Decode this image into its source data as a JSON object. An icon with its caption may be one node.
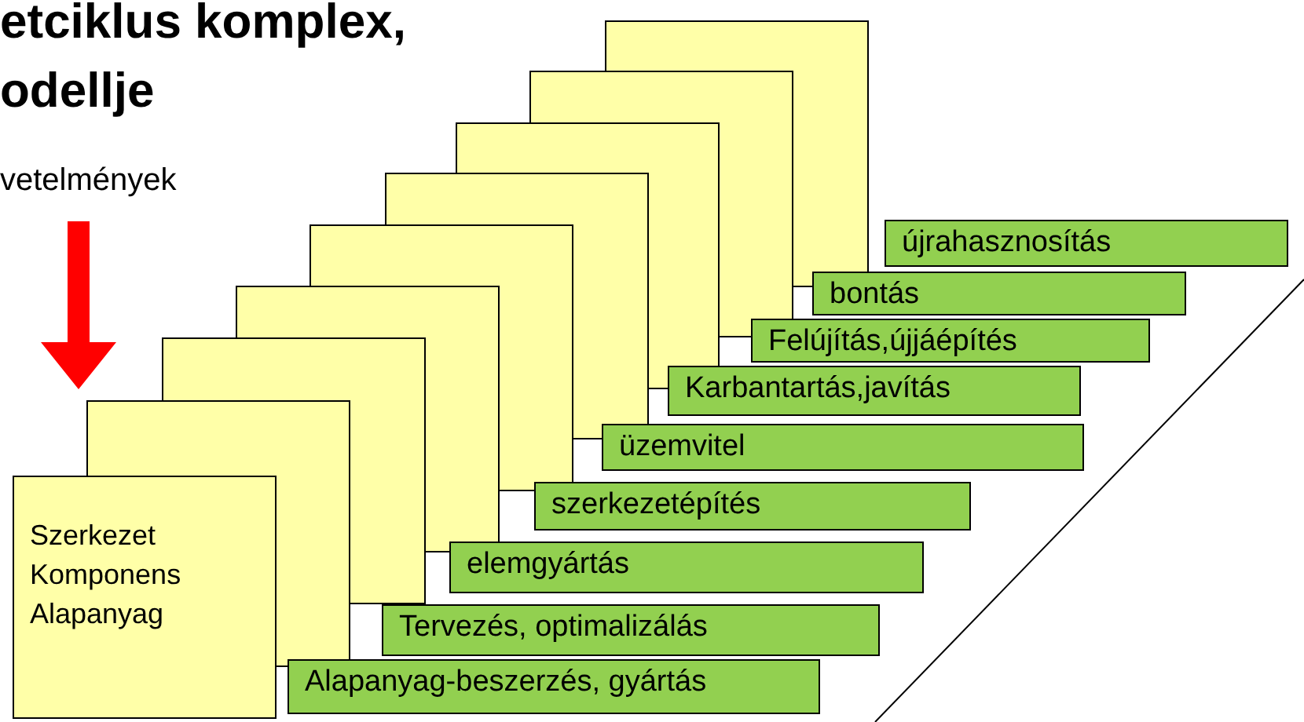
{
  "diagram": {
    "title": "etciklus komplex, odellje",
    "nodes": [
      {
        "text": [
          "vetelmények"
        ]
      },
      {
        "text": [
          "Szerkezet Komponens Alapanyag"
        ]
      },
      {
        "text": [],
        "shape": "box"
      },
      {
        "text": [],
        "shape": "box"
      },
      {
        "text": [],
        "shape": "box"
      },
      {
        "text": [],
        "shape": "box"
      },
      {
        "text": [],
        "shape": "box"
      },
      {
        "text": [],
        "shape": "box"
      },
      {
        "text": [],
        "shape": "box"
      },
      {
        "text": [],
        "shape": "box"
      },
      {
        "text": [
          "újrahasznosítás"
        ]
      },
      {
        "text": [
          "bontás"
        ]
      },
      {
        "text": [
          "Felújítás,újjáépítés"
        ]
      },
      {
        "text": [
          "Karbantartás,javítás"
        ]
      },
      {
        "text": [
          "üzemvitel"
        ]
      },
      {
        "text": [
          "szerkezetépítés"
        ]
      },
      {
        "text": [
          "elemgyártás"
        ]
      },
      {
        "text": [
          "Tervezés, optimalizálás"
        ]
      },
      {
        "text": [
          "Alapanyag-beszerzés, gyártás"
        ]
      }
    ],
    "edges": [
      {
        "from": 0,
        "to": 1,
        "arrow": "to",
        "style": "thick",
        "color": "#ff0000"
      }
    ]
  }
}
